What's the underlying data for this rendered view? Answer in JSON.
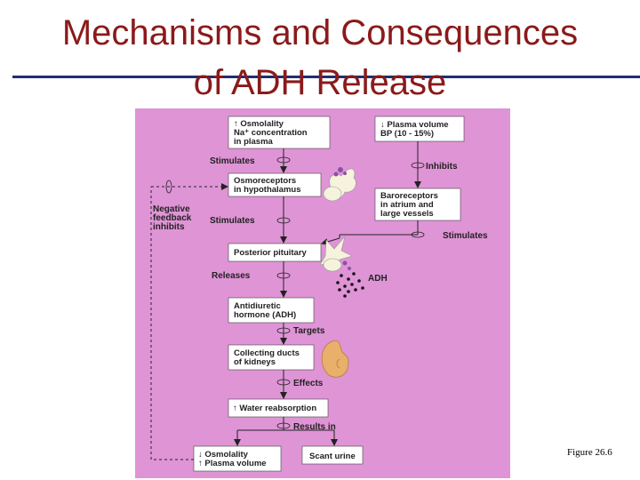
{
  "slide": {
    "title_line1": "Mechanisms and Consequences",
    "title_line2": "of ADH Release",
    "caption": "Figure 26.6"
  },
  "figure": {
    "background": "#df94d6",
    "boxes": {
      "osmolality": [
        "↑ Osmolality",
        "Na⁺ concentration",
        "in plasma"
      ],
      "plasma_volume": [
        "↓ Plasma volume",
        "BP (10 - 15%)"
      ],
      "osmoreceptors": [
        "Osmoreceptors",
        "in hypothalamus"
      ],
      "baroreceptors": [
        "Baroreceptors",
        "in atrium and",
        "large vessels"
      ],
      "posterior_pituitary": [
        "Posterior pituitary"
      ],
      "adh": [
        "Antidiuretic",
        "hormone (ADH)"
      ],
      "collecting_ducts": [
        "Collecting ducts",
        "of kidneys"
      ],
      "water_reabsorption": [
        "↑ Water reabsorption"
      ],
      "result_osmolality": [
        "↓ Osmolality",
        "↑ Plasma volume"
      ],
      "scant_urine": [
        "Scant urine"
      ]
    },
    "labels": {
      "stimulates_1": "Stimulates",
      "stimulates_2": "Stimulates",
      "stimulates_3": "Stimulates",
      "inhibits": "Inhibits",
      "negative_feedback": [
        "Negative",
        "feedback",
        "inhibits"
      ],
      "releases": "Releases",
      "adh_molecules": "ADH",
      "targets": "Targets",
      "effects": "Effects",
      "results_in": "Results in"
    }
  }
}
